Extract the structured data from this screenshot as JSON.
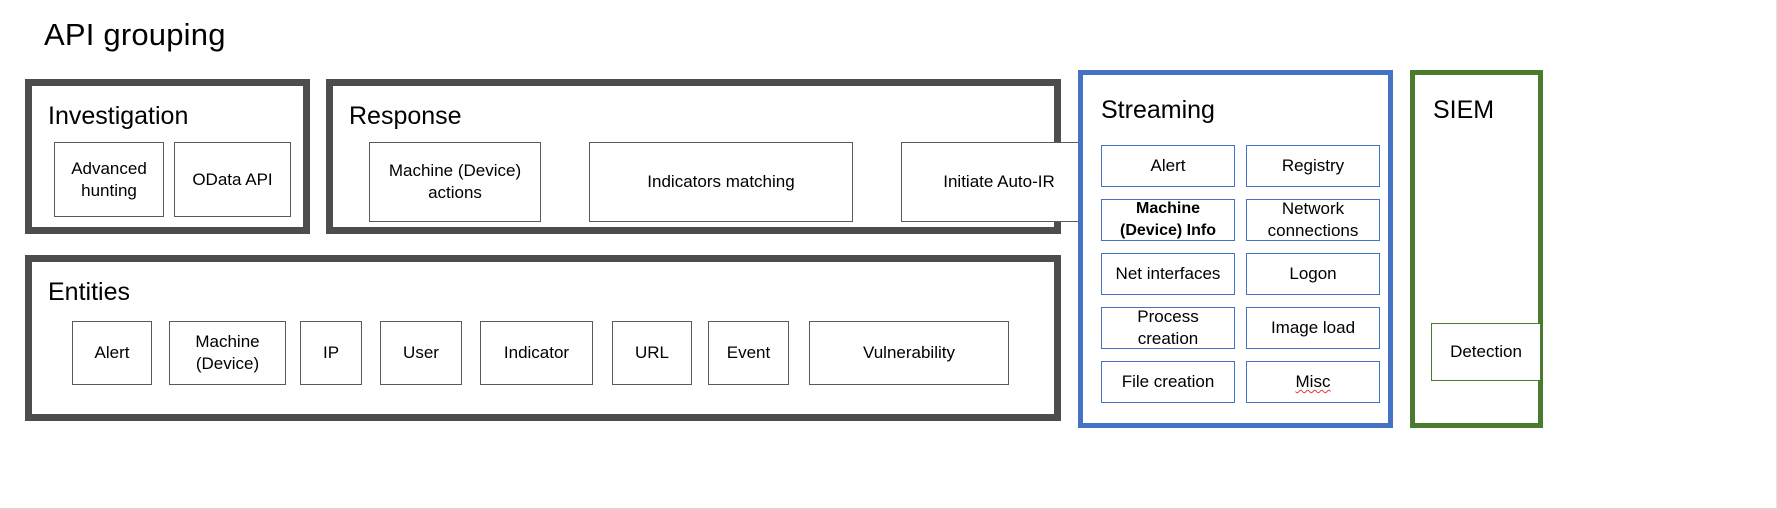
{
  "page": {
    "title": "API grouping"
  },
  "colors": {
    "gray_border": "#4d4d4d",
    "blue_border": "#4472c4",
    "green_border": "#4a7c2e",
    "box_border_gray": "#5a5a5a",
    "spellcheck_underline": "#e03a3a",
    "background": "#ffffff",
    "text": "#000000"
  },
  "groups": {
    "investigation": {
      "title": "Investigation",
      "border_color": "#4d4d4d",
      "items": [
        {
          "label": "Advanced hunting",
          "bold": false
        },
        {
          "label": "OData API",
          "bold": false
        }
      ]
    },
    "response": {
      "title": "Response",
      "border_color": "#4d4d4d",
      "items": [
        {
          "label": "Machine (Device) actions",
          "bold": false
        },
        {
          "label": "Indicators matching",
          "bold": false
        },
        {
          "label": "Initiate Auto-IR",
          "bold": false
        }
      ]
    },
    "entities": {
      "title": "Entities",
      "border_color": "#4d4d4d",
      "items": [
        {
          "label": "Alert"
        },
        {
          "label": "Machine (Device)"
        },
        {
          "label": "IP"
        },
        {
          "label": "User"
        },
        {
          "label": "Indicator"
        },
        {
          "label": "URL"
        },
        {
          "label": "Event"
        },
        {
          "label": "Vulnerability"
        }
      ]
    },
    "streaming": {
      "title": "Streaming",
      "border_color": "#4472c4",
      "left_column": [
        {
          "label": "Alert",
          "bold": false,
          "misspelled": false
        },
        {
          "label": "Machine (Device) Info",
          "bold": true,
          "misspelled": false
        },
        {
          "label": "Net interfaces",
          "bold": false,
          "misspelled": false
        },
        {
          "label": "Process creation",
          "bold": false,
          "misspelled": false
        },
        {
          "label": "File creation",
          "bold": false,
          "misspelled": false
        }
      ],
      "right_column": [
        {
          "label": "Registry",
          "bold": false,
          "misspelled": false
        },
        {
          "label": "Network connections",
          "bold": false,
          "misspelled": false
        },
        {
          "label": "Logon",
          "bold": false,
          "misspelled": false
        },
        {
          "label": "Image load",
          "bold": false,
          "misspelled": false
        },
        {
          "label": "Misc",
          "bold": false,
          "misspelled": true
        }
      ]
    },
    "siem": {
      "title": "SIEM",
      "border_color": "#4a7c2e",
      "items": [
        {
          "label": "Detection"
        }
      ]
    }
  }
}
